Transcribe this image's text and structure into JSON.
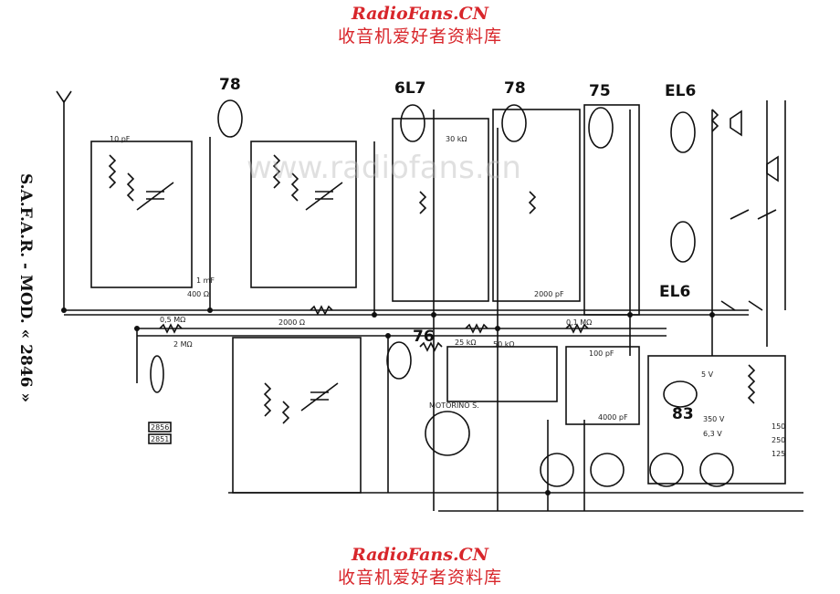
{
  "brand": {
    "site": "RadioFans.CN",
    "chinese": "收音机爱好者资料库",
    "color": "#d8262b"
  },
  "watermark": "www.radiofans.cn",
  "schematic": {
    "title_vertical": "S.A.F.A.R. - MOD. « 2846 »",
    "tubes": [
      "78",
      "6L7",
      "78",
      "75",
      "EL6",
      "EL6",
      "76",
      "83"
    ],
    "component_labels": [
      "10 pF",
      "1 mF",
      "400 Ω",
      "0,5 MΩ",
      "2000 Ω",
      "50 kΩ",
      "30 kΩ",
      "100 pF",
      "2000 pF",
      "4000 pF",
      "0,1 MΩ",
      "25 kΩ",
      "2 MΩ",
      "350 V",
      "6,3 V",
      "5 V",
      "150",
      "250",
      "125"
    ],
    "motor_label": "MOTORINO S.",
    "code_boxes": [
      "2856",
      "2851"
    ]
  }
}
